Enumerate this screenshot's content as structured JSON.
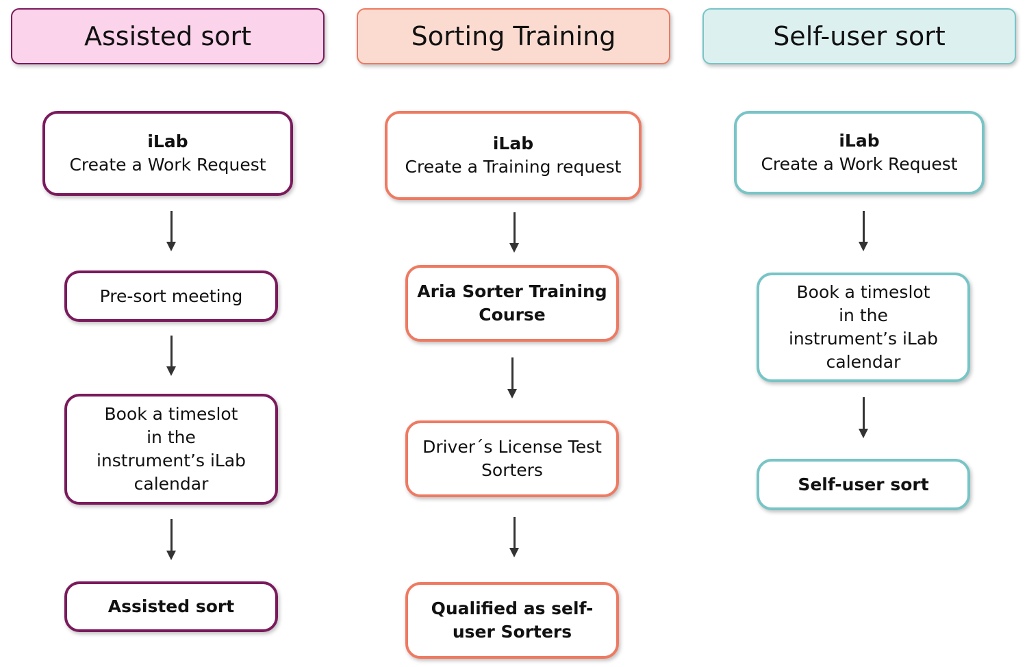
{
  "colors": {
    "assisted": "#7a1a5c",
    "training": "#ee7a62",
    "self": "#78c4c6"
  },
  "columns": [
    {
      "title": "Assisted sort",
      "steps": [
        {
          "bold": "iLab",
          "text": "Create a Work Request"
        },
        {
          "text": "Pre-sort meeting"
        },
        {
          "text": "Book a timeslot in the instrument’s iLab calendar"
        },
        {
          "bold": "Assisted sort"
        }
      ]
    },
    {
      "title": "Sorting Training",
      "steps": [
        {
          "bold": "iLab",
          "text": "Create a Training request"
        },
        {
          "bold": "Aria Sorter Training Course"
        },
        {
          "text": "Driver´s License Test Sorters"
        },
        {
          "bold": "Qualified as self-user Sorters"
        }
      ]
    },
    {
      "title": "Self-user sort",
      "steps": [
        {
          "bold": "iLab",
          "text": "Create a Work Request"
        },
        {
          "text": "Book a timeslot in the instrument’s iLab calendar"
        },
        {
          "bold": "Self-user sort"
        }
      ]
    }
  ]
}
